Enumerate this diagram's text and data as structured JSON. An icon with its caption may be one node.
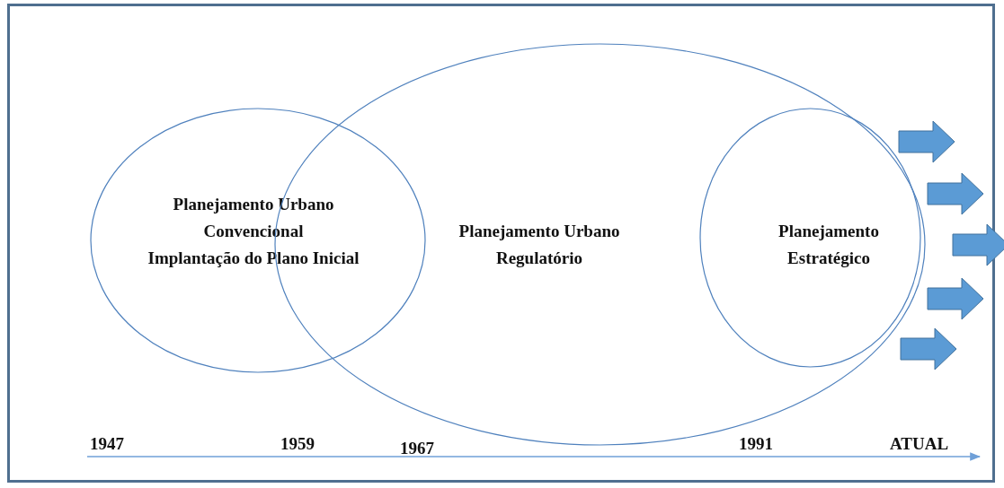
{
  "diagram": {
    "nodes": [
      {
        "text": [
          "Planejamento Urbano Convencional",
          "Implantação do Plano Inicial"
        ]
      },
      {
        "text": [
          "Planejamento Urbano Regulatório"
        ]
      },
      {
        "text": [
          "Planejamento Estratégico"
        ],
        "in": 1
      }
    ],
    "edges": [],
    "labels": [
      "1947",
      "1959",
      "1967",
      "1991",
      "ATUAL"
    ]
  }
}
